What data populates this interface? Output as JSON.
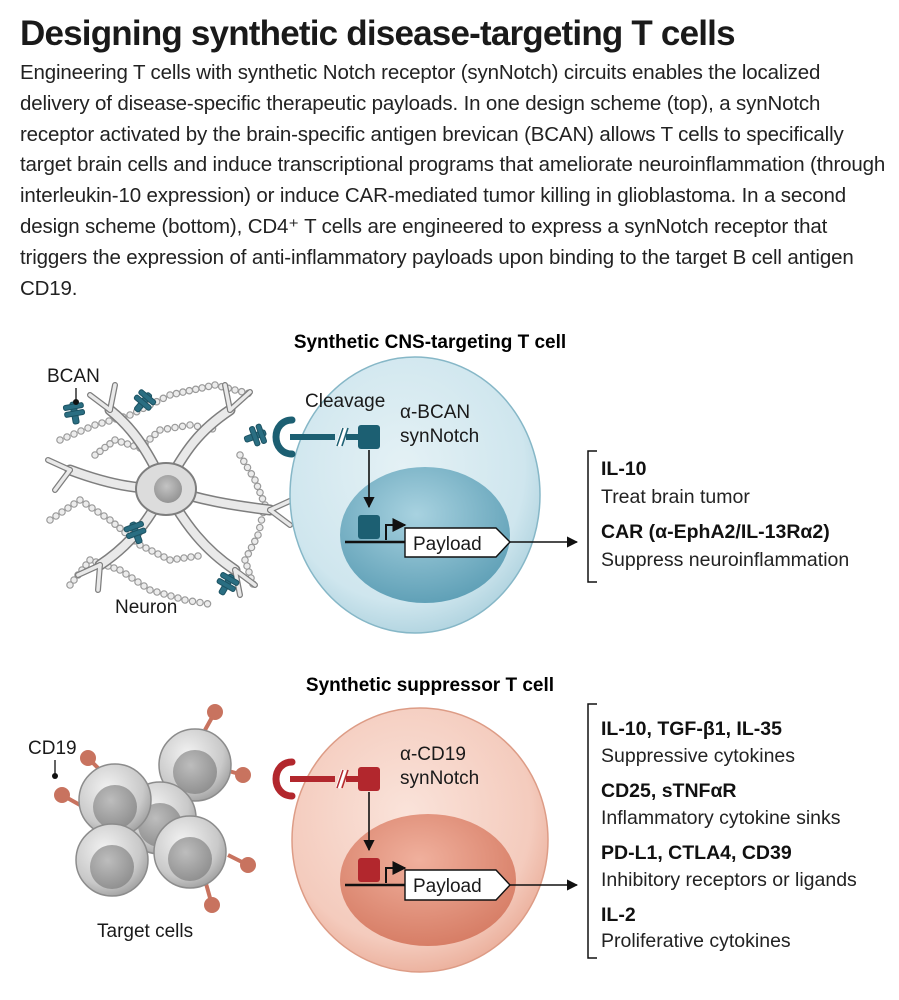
{
  "title": "Designing synthetic disease-targeting T cells",
  "caption": "Engineering T cells with synthetic Notch receptor (synNotch) circuits enables the localized delivery of disease-specific therapeutic payloads. In one design scheme (top), a synNotch receptor activated by the brain-specific antigen brevican (BCAN) allows T cells to specifically target brain cells and induce transcriptional programs that ameliorate neuroinflammation (through interleukin-10 expression) or induce CAR-mediated tumor killing in glioblastoma. In a second design scheme (bottom), CD4⁺ T cells are engineered to express a synNotch receptor that triggers the expression of anti-inflammatory payloads upon binding to the target B cell antigen CD19.",
  "top": {
    "title": "Synthetic CNS-targeting T cell",
    "antigen_label": "BCAN",
    "cell_label": "Neuron",
    "cleavage_label": "Cleavage",
    "receptor_line1": "α-BCAN",
    "receptor_line2": "synNotch",
    "payload_label": "Payload",
    "outputs": [
      {
        "bold": "IL-10",
        "normal": "Treat brain tumor"
      },
      {
        "bold": "CAR (α-EphA2/IL-13Rα2)",
        "normal": "Suppress neuroinflammation"
      }
    ]
  },
  "bottom": {
    "title": "Synthetic suppressor T cell",
    "antigen_label": "CD19",
    "cell_label": "Target cells",
    "receptor_line1": "α-CD19",
    "receptor_line2": "synNotch",
    "payload_label": "Payload",
    "outputs": [
      {
        "bold": "IL-10, TGF-β1, IL-35",
        "normal": "Suppressive cytokines"
      },
      {
        "bold": "CD25, sTNFαR",
        "normal": "Inflammatory cytokine sinks"
      },
      {
        "bold": "PD-L1, CTLA4, CD39",
        "normal": "Inhibitory receptors or ligands"
      },
      {
        "bold": "IL-2",
        "normal": "Proliferative cytokines"
      }
    ]
  },
  "colors": {
    "teal": "#1c5f72",
    "teal_cell_outer": "#cfe6ee",
    "teal_cell_inner": "#6aa9bf",
    "red": "#b2272d",
    "red_cell_outer": "#f6d2c6",
    "red_cell_inner": "#e0876f",
    "salmon_stalk": "#c8735f",
    "grey_cell": "#bdbdbd"
  }
}
